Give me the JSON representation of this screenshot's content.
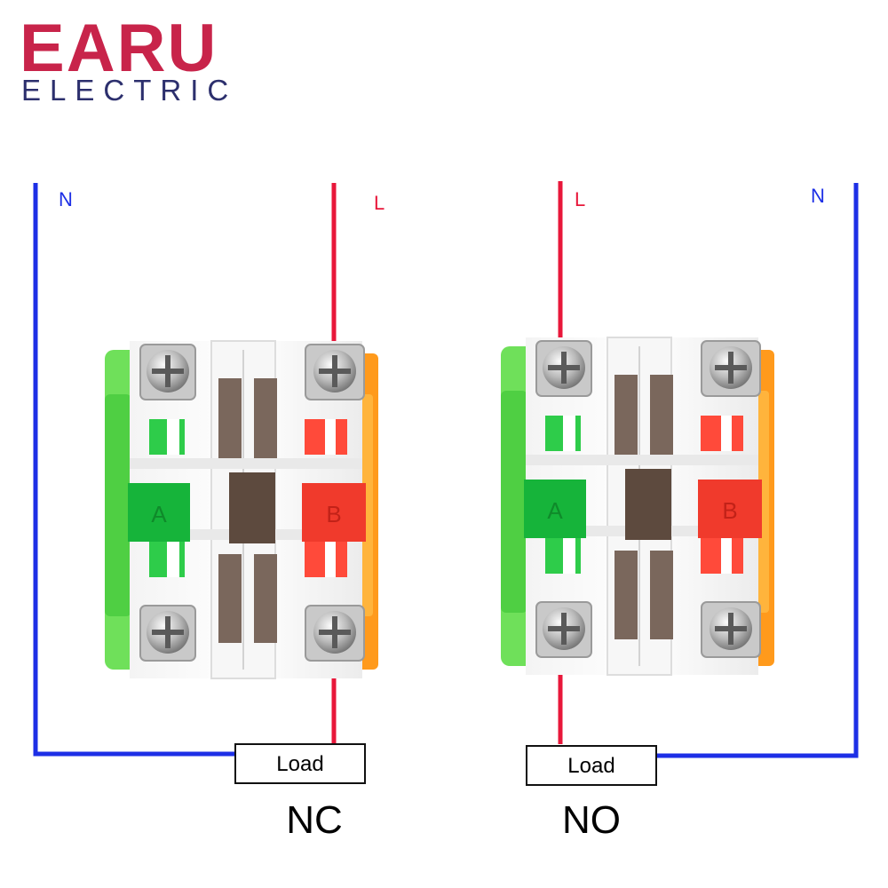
{
  "brand": {
    "name": "EARU",
    "sub": "ELECTRIC"
  },
  "colors": {
    "neutral": "#1d2fe6",
    "live": "#e8173a",
    "brand": "#c8244a",
    "brand_sub": "#2c2f6d",
    "contact_a": "#16b43a",
    "contact_b": "#f03a2c",
    "side_green": "#6fe05a",
    "side_orange": "#ff9a1c"
  },
  "diagrams": [
    {
      "neutral_label": "N",
      "live_label": "L",
      "load_label": "Load",
      "mode_label": "NC",
      "contact_a_mark": "A",
      "contact_b_mark": "B"
    },
    {
      "neutral_label": "N",
      "live_label": "L",
      "load_label": "Load",
      "mode_label": "NO",
      "contact_a_mark": "A",
      "contact_b_mark": "B"
    }
  ]
}
